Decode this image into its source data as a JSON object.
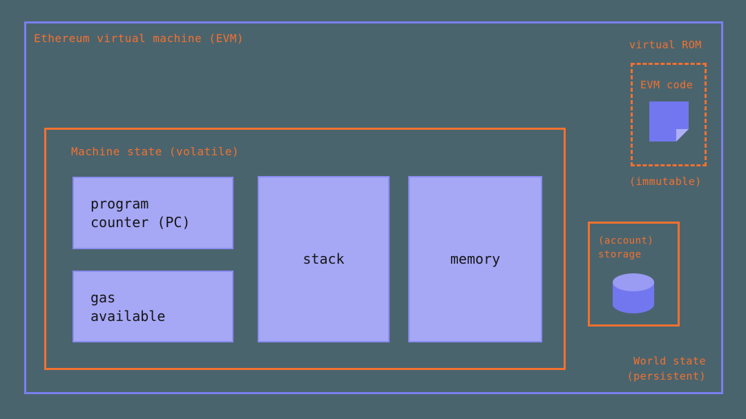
{
  "diagram": {
    "title": "Ethereum virtual machine (EVM)",
    "background_color": "#4a646e",
    "accent_orange": "#f4712e",
    "accent_blue": "#7a80ef",
    "block_fill": "#a6a7f5"
  },
  "machine_state": {
    "title": "Machine state (volatile)",
    "blocks": [
      {
        "name": "program-counter",
        "label": "program\ncounter (PC)",
        "align": "left"
      },
      {
        "name": "gas-available",
        "label": "gas\navailable",
        "align": "left"
      },
      {
        "name": "stack",
        "label": "stack",
        "align": "center"
      },
      {
        "name": "memory",
        "label": "memory",
        "align": "center"
      }
    ]
  },
  "virtual_rom": {
    "title": "virtual ROM",
    "code_label": "EVM code",
    "footnote": "(immutable)",
    "icon": "document-icon"
  },
  "world_state": {
    "storage_label": "(account)\nstorage",
    "icon": "database-cylinder-icon",
    "footnote": "World state\n(persistent)"
  }
}
